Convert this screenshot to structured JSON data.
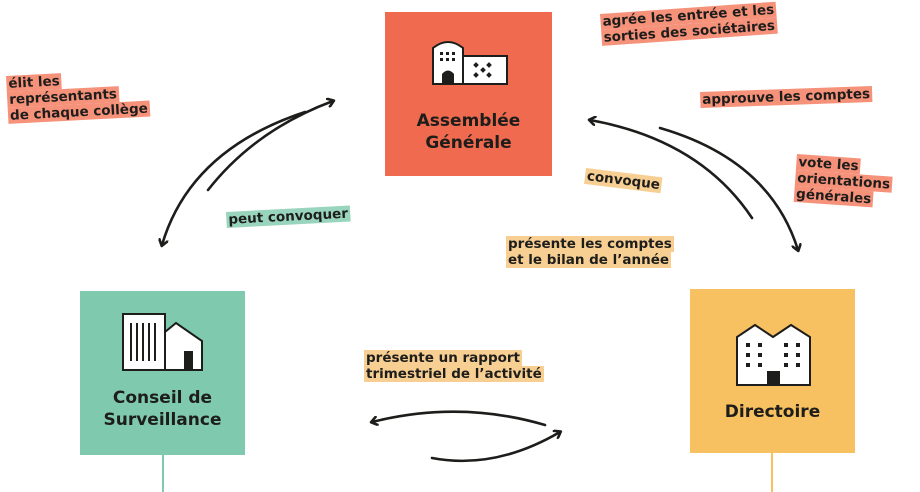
{
  "nodes": {
    "assemblee": {
      "title_line1": "Assemblée",
      "title_line2": "Générale",
      "color": "#ef6a4e",
      "icon": "building-icon"
    },
    "conseil": {
      "title_line1": "Conseil de",
      "title_line2": "Surveillance",
      "color": "#7fcaae",
      "icon": "building-icon"
    },
    "directoire": {
      "title": "Directoire",
      "color": "#f7c061",
      "icon": "building-icon"
    }
  },
  "labels": {
    "elit_1": "élit les",
    "elit_2": "représentants",
    "elit_3": "de chaque collège",
    "agree_1": "agrée les entrée et les",
    "agree_2": "sorties des sociétaires",
    "approuve": "approuve les comptes",
    "vote_1": "vote les",
    "vote_2": "orientations",
    "vote_3": "générales",
    "convoque": "convoque",
    "peut_convoquer": "peut convoquer",
    "presente_comptes_1": "présente les comptes",
    "presente_comptes_2": "et le bilan de l’année",
    "rapport_1": "présente un rapport",
    "rapport_2": "trimestriel de l’activité"
  },
  "colors": {
    "salmon": "#f6917a",
    "peach": "#f8cf93",
    "mint": "#99d5bd",
    "ink": "#1d1d1b"
  }
}
